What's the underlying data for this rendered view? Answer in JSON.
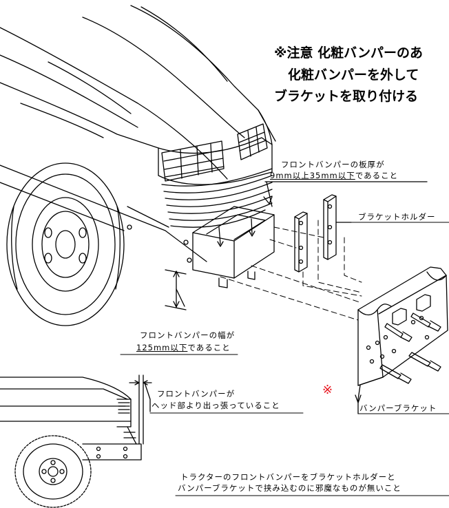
{
  "caution": {
    "line1": "※注意 化粧バンパーのあ",
    "line2": "化粧バンパーを外して",
    "line3": "ブラケットを取り付ける"
  },
  "labels": {
    "thickness_1": "フロントバンパーの板厚が",
    "thickness_2": "9mm以上35mm以下",
    "thickness_2b": "であること",
    "holder": "ブラケットホルダー",
    "width_1": "フロントバンパーの幅が",
    "width_2": "125mm以下",
    "width_2b": "であること",
    "protrude_1": "フロントバンパーが",
    "protrude_2": "ヘッド部より出っ張っていること",
    "bracket": "バンパーブラケット",
    "bottom_1": "トラクターのフロントバンパーをブラケットホルダーと",
    "bottom_2": "バンパーブラケットで挟み込むのに邪魔なものが無いこと",
    "red_mark": "※"
  }
}
